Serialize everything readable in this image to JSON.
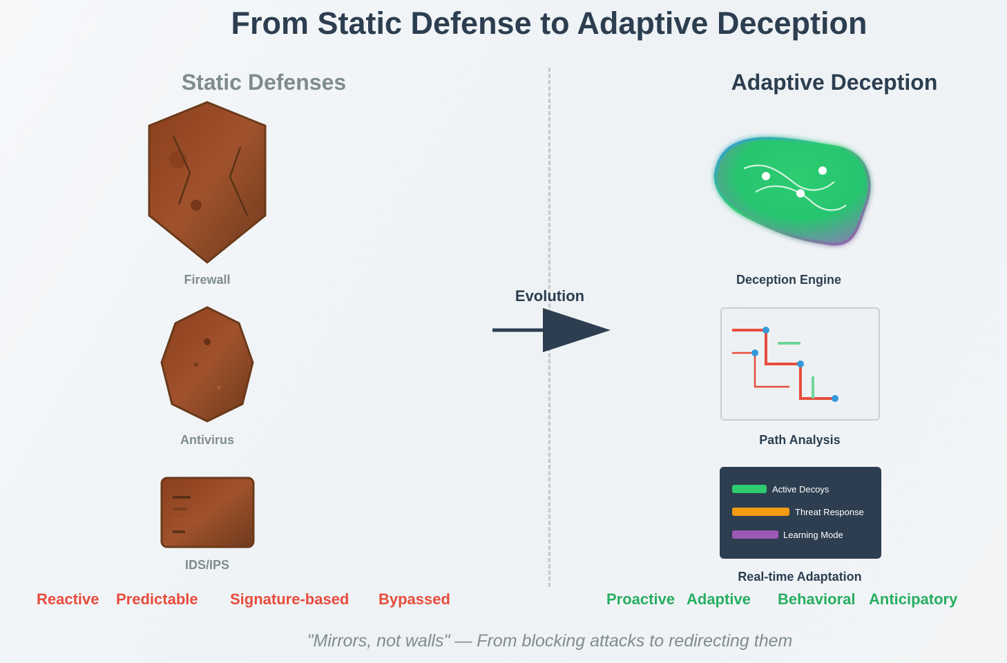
{
  "title": "From Static Defense to Adaptive Deception",
  "static_column": {
    "heading": "Static Defenses",
    "items": [
      {
        "label": "Firewall",
        "icon": "cracked-shield-icon"
      },
      {
        "label": "Antivirus",
        "icon": "octagon-shield-icon"
      },
      {
        "label": "IDS/IPS",
        "icon": "ids-panel-icon"
      }
    ],
    "traits": [
      "Reactive",
      "Predictable",
      "Signature-based",
      "Bypassed"
    ]
  },
  "evolution": {
    "label": "Evolution",
    "icon": "arrow-right-icon"
  },
  "adaptive_column": {
    "heading": "Adaptive Deception",
    "items": [
      {
        "label": "Deception Engine",
        "icon": "deception-blob-icon"
      },
      {
        "label": "Path Analysis",
        "icon": "path-analysis-icon"
      },
      {
        "label": "Real-time Adaptation",
        "icon": "dashboard-icon"
      }
    ],
    "dashboard": [
      {
        "label": "Active Decoys",
        "color": "#2ecc71"
      },
      {
        "label": "Threat Response",
        "color": "#f39c12"
      },
      {
        "label": "Learning Mode",
        "color": "#9b59b6"
      }
    ],
    "traits": [
      "Proactive",
      "Adaptive",
      "Behavioral",
      "Anticipatory"
    ]
  },
  "quote": "\"Mirrors, not walls\" — From blocking attacks to redirecting them",
  "colors": {
    "rust": "#9c4a22",
    "dark": "#2c3e50",
    "grey": "#7f8c8d",
    "red": "#e74c3c",
    "green": "#27ae60",
    "blue": "#3498db"
  }
}
